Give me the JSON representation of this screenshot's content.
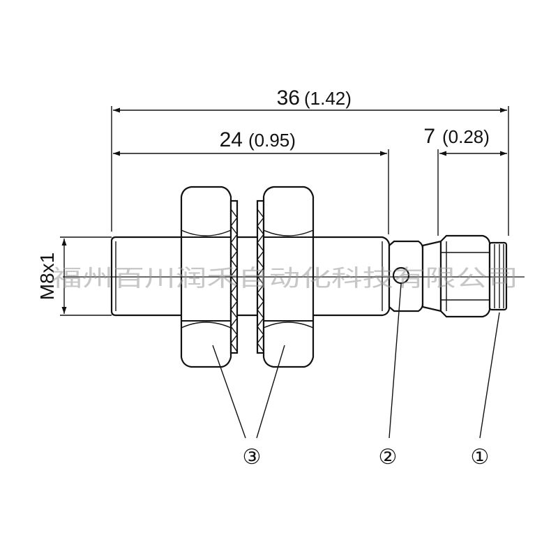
{
  "dimensions": {
    "overall": {
      "value": "36",
      "inch": "(1.42)"
    },
    "housing": {
      "value": "24",
      "inch": "(0.95)"
    },
    "connector": {
      "value": "7",
      "inch": "(0.28)"
    },
    "thread": "M8x1"
  },
  "callouts": {
    "c1": "①",
    "c2": "②",
    "c3": "③"
  },
  "watermark": "福州百川润禾自动化科技有限公司"
}
